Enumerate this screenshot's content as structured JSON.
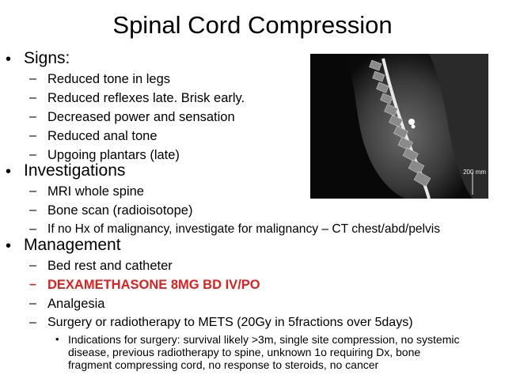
{
  "slide": {
    "title": "Spinal Cord Compression",
    "sections": [
      {
        "heading": "Signs:",
        "items": [
          "Reduced tone in legs",
          "Reduced reflexes late. Brisk early.",
          "Decreased power and sensation",
          "Reduced anal tone",
          "Upgoing plantars (late)"
        ]
      },
      {
        "heading": "Investigations",
        "items": [
          "MRI whole spine",
          "Bone scan (radioisotope)",
          "If no Hx of malignancy, investigate for malignancy – CT chest/abd/pelvis"
        ]
      },
      {
        "heading": "Management",
        "items": [
          "Bed rest and catheter",
          "DEXAMETHASONE 8MG BD IV/PO",
          "Analgesia",
          "Surgery or radiotherapy to METS (20Gy in 5fractions over 5days)"
        ],
        "subitem_lines": [
          "Indications for surgery: survival likely >3m, single site compression, no systemic",
          "disease, previous radiotherapy to spine, unknown 1o requiring Dx, bone",
          "fragment compressing cord, no response to steroids, no cancer"
        ]
      }
    ],
    "highlight_color": "#e0201e",
    "bullet": "•",
    "dash": "–",
    "mri_scale_label": "200 mm"
  }
}
